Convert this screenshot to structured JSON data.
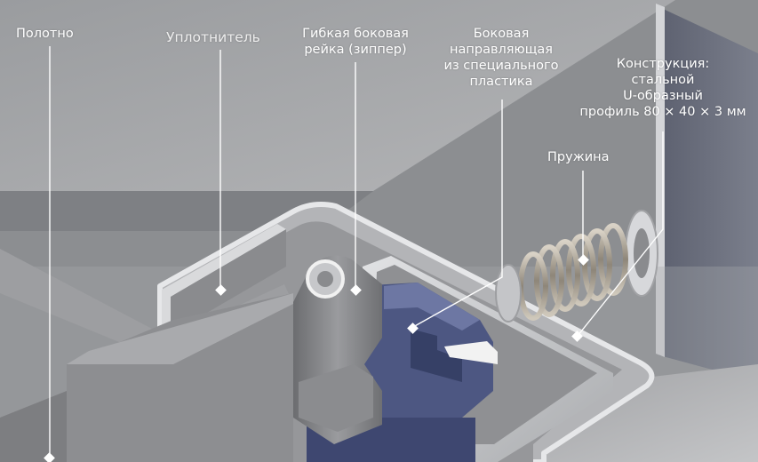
{
  "callouts": {
    "blade": "Полотно",
    "seal": "Уплотнитель",
    "zipper_line1": "Гибкая боковая",
    "zipper_line2": "рейка (зиппер)",
    "guide_line1": "Боковая",
    "guide_line2": "направляющая",
    "guide_line3": "из специального",
    "guide_line4": "пластика",
    "structure_line1": "Конструкция:",
    "structure_line2": "стальной",
    "structure_line3": "U-образный",
    "structure_line4": "профиль 80 × 40 × 3 мм",
    "spring": "Пружина"
  },
  "colors": {
    "background": "#8f9194",
    "wall_light": "#b9babc",
    "steel": "#c9cacc",
    "plastic_guide": "#4f5a86",
    "zipper": "#7e7f82",
    "callout_line": "#ffffff"
  }
}
